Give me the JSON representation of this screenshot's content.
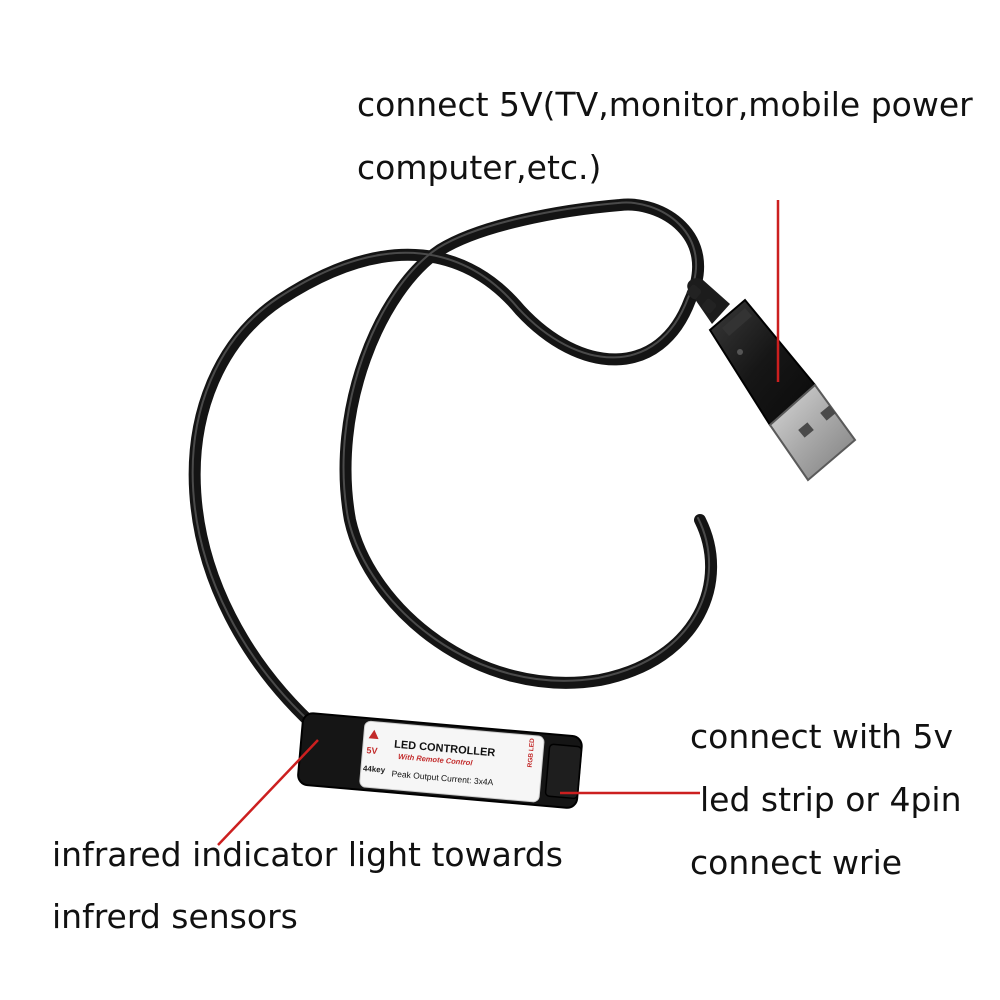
{
  "annotations": {
    "usb": {
      "line1": "connect 5V(TV,monitor,mobile power",
      "line2": "computer,etc.)"
    },
    "strip": {
      "line1": "connect with 5v",
      "line2": "led strip or 4pin",
      "line3": "connect wrie"
    },
    "ir": {
      "line1": "infrared indicator light towards",
      "line2": "infrerd sensors"
    }
  },
  "controller": {
    "title": "LED CONTROLLER",
    "subtitle": "With Remote Control",
    "spec": "Peak Output Current: 3x4A",
    "voltage": "5V",
    "keys": "44key",
    "port_label": "RGB LED"
  },
  "colors": {
    "pointer": "#cc1f1f",
    "cable": "#141414",
    "label_red": "#c22a2a"
  }
}
